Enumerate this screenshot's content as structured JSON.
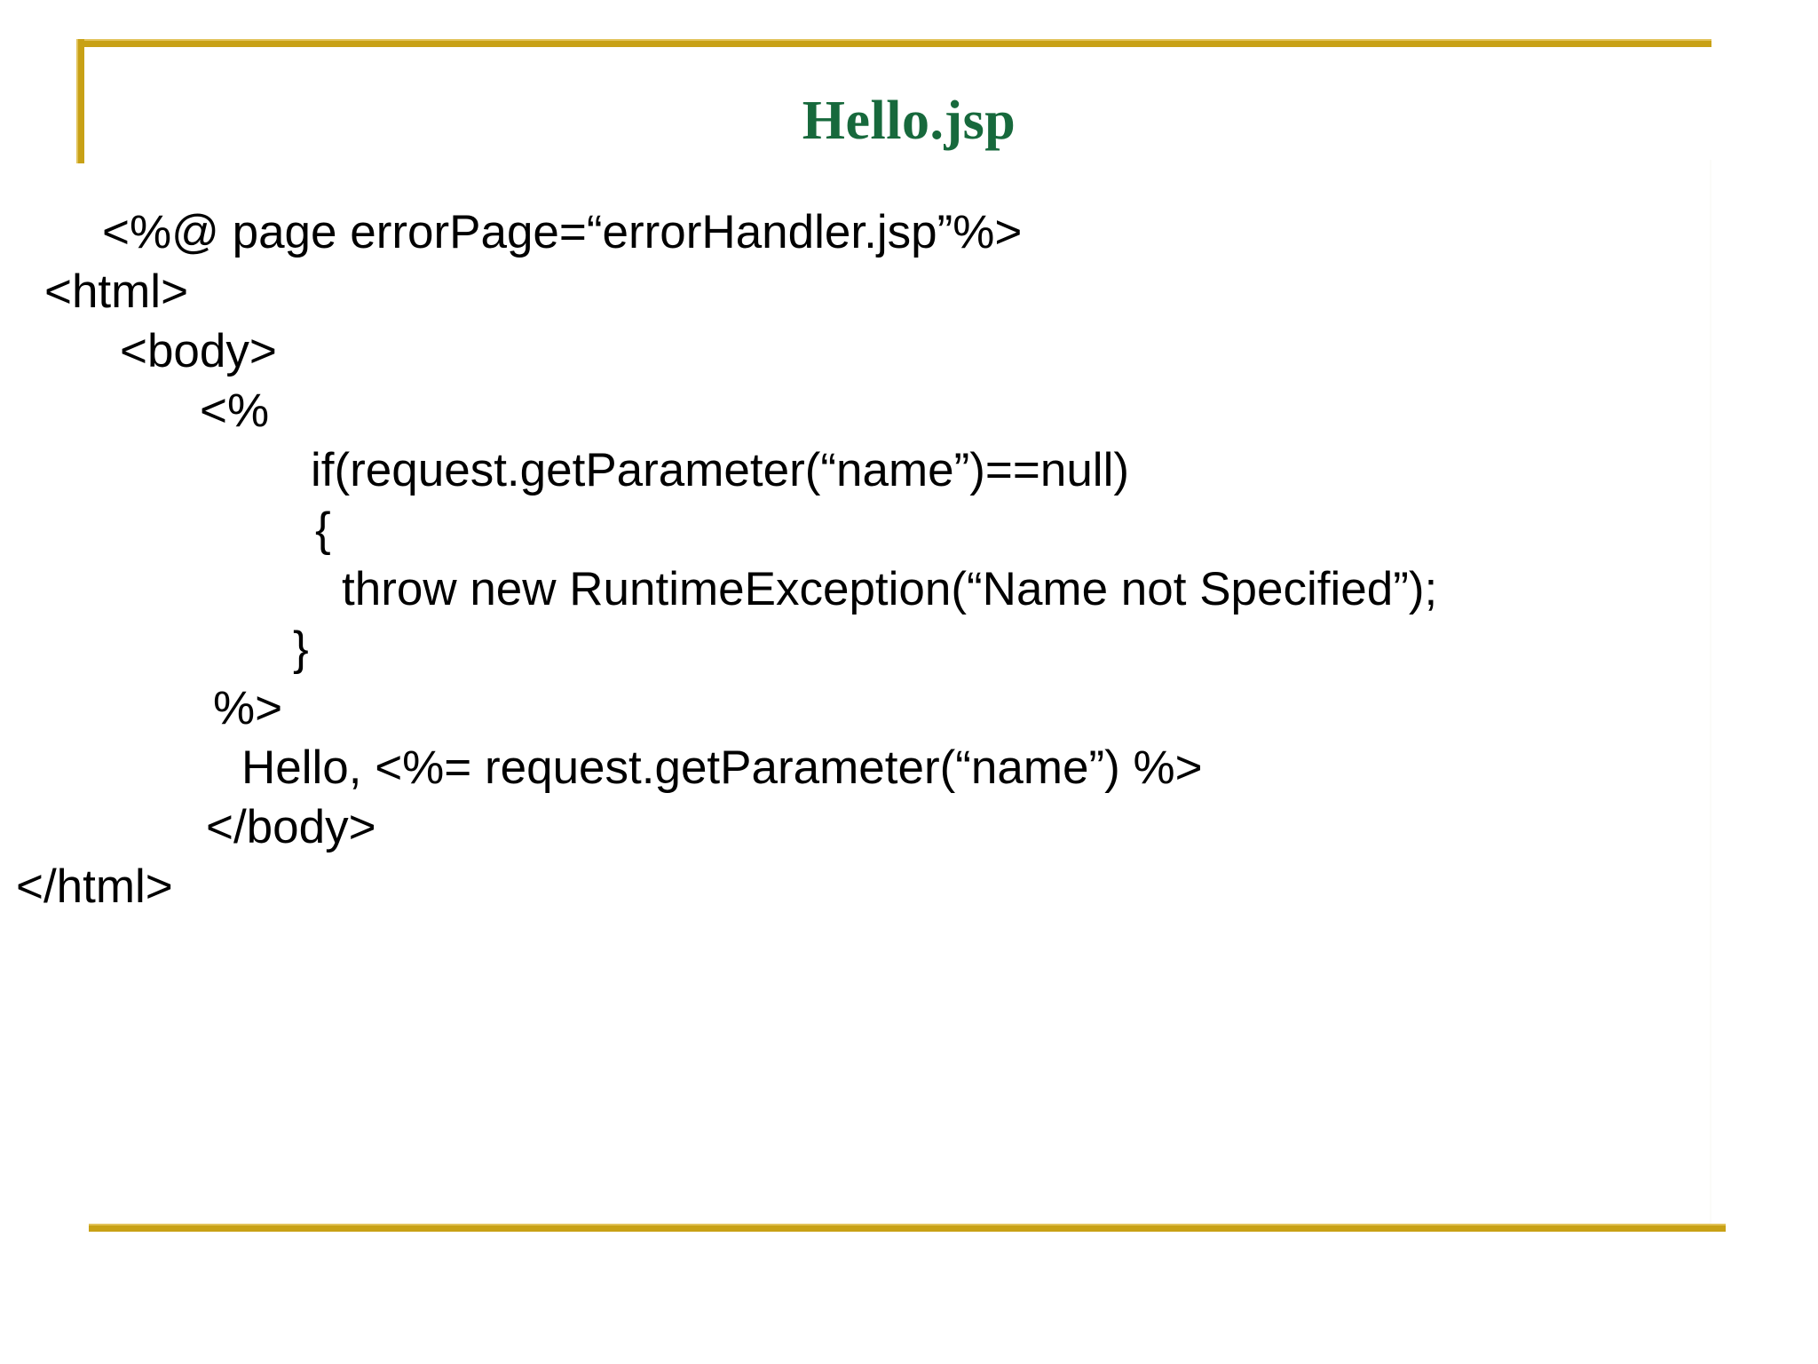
{
  "slide": {
    "title": "Hello.jsp",
    "title_color": "#17693C",
    "accent_color": "#C8A116",
    "background_color": "#FFFFFF",
    "text_color": "#000000"
  },
  "code": {
    "language": "jsp",
    "lines": [
      {
        "text": "<%@ page errorPage=“errorHandler.jsp”%>",
        "indent": 2
      },
      {
        "text": "<html>",
        "indent": 1
      },
      {
        "text": "<body>",
        "indent": 3
      },
      {
        "text": "<%",
        "indent": 4
      },
      {
        "text": "if(request.getParameter(“name”)==null)",
        "indent": 6
      },
      {
        "text": "{",
        "indent": 7
      },
      {
        "text": "throw new RuntimeException(“Name not Specified”);",
        "indent": 8
      },
      {
        "text": "}",
        "indent": 9
      },
      {
        "text": "%>",
        "indent": 5
      },
      {
        "text": "Hello, <%= request.getParameter(“name”) %>",
        "indent": 11
      },
      {
        "text": "</body>",
        "indent": 10
      },
      {
        "text": "</html>",
        "indent": 0
      }
    ]
  }
}
